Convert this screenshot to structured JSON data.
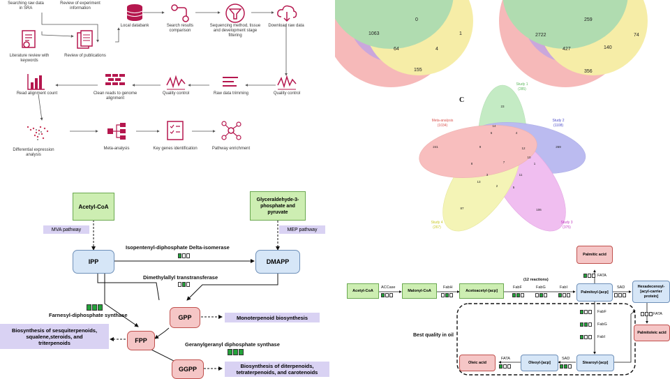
{
  "workflow": {
    "steps": [
      {
        "label": "Searching raw data\nin SRA"
      },
      {
        "label": "Review of experiment\ninformation"
      },
      {
        "label": "Local databank"
      },
      {
        "label": "Search results\ncomparison"
      },
      {
        "label": "Sequencing method, tissue\nand development stage\nfiltering"
      },
      {
        "label": "Download raw data"
      },
      {
        "label": "Literature review with\nkeywords"
      },
      {
        "label": "Review of publications"
      },
      {
        "label": "Read alignment count"
      },
      {
        "label": "Clean reads to genome\nalignment"
      },
      {
        "label": "Quality control"
      },
      {
        "label": "Raw data trimming"
      },
      {
        "label": "Quality control"
      },
      {
        "label": "Differential expression\nanalysis"
      },
      {
        "label": "Meta-analysis"
      },
      {
        "label": "Key genes identification"
      },
      {
        "label": "Pathway enrichment"
      }
    ]
  },
  "venn_top": {
    "left_numbers": [
      "0",
      "1063",
      "1",
      "64",
      "4",
      "155"
    ],
    "right_numbers": [
      "259",
      "2722",
      "74",
      "427",
      "140",
      "356"
    ]
  },
  "venn_c": {
    "panel_label": "C",
    "sets": [
      {
        "name": "Study 1",
        "count": "(285)",
        "color": "#5cb85c"
      },
      {
        "name": "Study 2",
        "count": "(1108)",
        "color": "#4a4ac8"
      },
      {
        "name": "Study 3",
        "count": "(375)",
        "color": "#c03cc0"
      },
      {
        "name": "Study 4",
        "count": "(267)",
        "color": "#c8c820"
      },
      {
        "name": "Meta-analysis",
        "count": "(1034)",
        "color": "#d9534f"
      }
    ],
    "numbers": [
      "23",
      "269",
      "106",
      "87",
      "241",
      "7",
      "6",
      "4",
      "12",
      "9",
      "3",
      "11",
      "2",
      "5",
      "8",
      "1",
      "14",
      "10",
      "13"
    ]
  },
  "terpenoid": {
    "acetyl_coa": "Acetyl-CoA",
    "g3p": "Glyceraldehyde-3-\nphosphate and\npyruvate",
    "mva": "MVA pathway",
    "mep": "MEP pathway",
    "ipp": "IPP",
    "dmapp": "DMAPP",
    "isomerase": "Isopentenyl-diphosphate Delta-isomerase",
    "dimethylallyl": "Dimethylallyl transtransferase",
    "gpp": "GPP",
    "mono": "Monoterpenoid biosynthesis",
    "farnesyl": "Farnesyl-diphosphate synthase",
    "fpp": "FPP",
    "sesqui": "Biosynthesis of sesquiterpenoids,\nsqualene,steroids, and\ntriterpenoids",
    "geranylgeranyl": "Geranylgeranyl diphosphate synthase",
    "ggpp": "GGPP",
    "diterp": "Biosynthesis of diterpenoids,\ntetraterpenoids, and carotenoids"
  },
  "fatty": {
    "acetyl_coa": "Acetyl-CoA",
    "accase": "ACCase",
    "malonyl_coa": "Malonyl-CoA",
    "fabh": "FabH",
    "acetoacetyl": "Acetoacetyl-[acp]",
    "reactions": "(12 reactions)",
    "fabf": "FabF",
    "fabg": "FabG",
    "fabi": "FabI",
    "palmitoyl": "Palmitoyl-[acp]",
    "sad": "SAD",
    "hexadecenoyl": "Hexadecenoyl-\n[acyl-carrier\nprotein]",
    "fata": "FATA",
    "palmitic": "Palmitic acid",
    "palmitoleic": "Palmitoleic acid",
    "best_quality": "Best quality in oil",
    "oleic": "Oleic acid",
    "oleoyl": "Oleoyl-[acp]",
    "stearoyl": "Stearoyl-[acp]"
  }
}
